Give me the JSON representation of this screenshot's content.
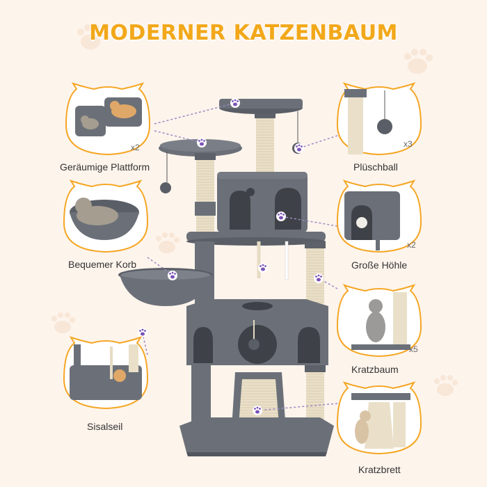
{
  "title": "MODERNER KATZENBAUM",
  "features": {
    "platform": {
      "label": "Geräumige Plattform",
      "count": "x2"
    },
    "ball": {
      "label": "Plüschball",
      "count": "x3"
    },
    "basket": {
      "label": "Bequemer Korb"
    },
    "cave": {
      "label": "Große Höhle",
      "count": "x2"
    },
    "post": {
      "label": "Kratzbaum",
      "count": "x5"
    },
    "rope": {
      "label": "Sisalseil"
    },
    "board": {
      "label": "Kratzbrett"
    }
  },
  "colors": {
    "title": "#f2a81a",
    "plush": "#6b7078",
    "plush_dark": "#4d5158",
    "sisal": "#e9dfc8",
    "accent": "#7b52b8",
    "frame": "#f5a623"
  }
}
